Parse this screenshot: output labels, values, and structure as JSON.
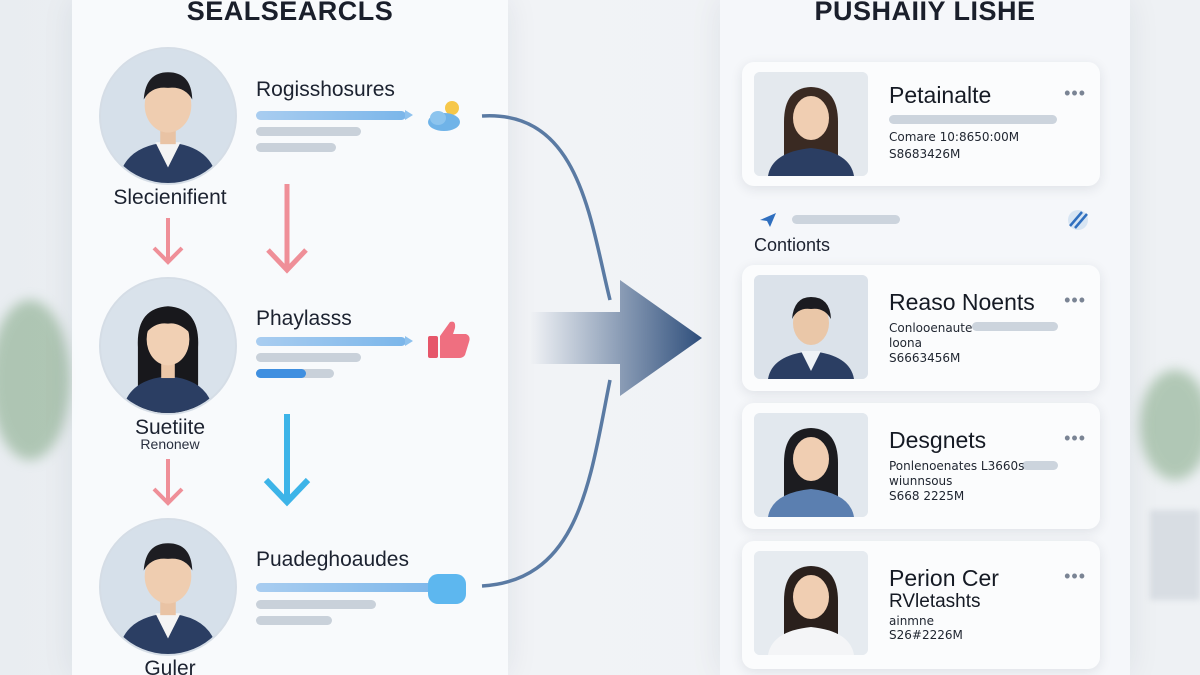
{
  "left_panel": {
    "title": "SEALSEARCLS",
    "profiles": [
      {
        "name": "Slecienifient",
        "sub": "",
        "step_label": "Rogisshosures",
        "step_icon": "cloud-sun-icon"
      },
      {
        "name": "Suetiite",
        "sub": "Renonew",
        "step_label": "Phaylasss",
        "step_icon": "thumbs-up-icon"
      },
      {
        "name": "Guler",
        "sub": "",
        "step_label": "Puadeghoaudes",
        "step_icon": "toggle-knob-icon"
      }
    ]
  },
  "right_panel": {
    "title": "PUSHAIIY LISHE",
    "cards": [
      {
        "title": "Petainalte",
        "lines": [
          "Comare 10:8650:00M",
          "S8683426M"
        ]
      },
      {
        "title": "Reaso Noents",
        "lines": [
          "Conlooenaute",
          "loona",
          "S6663456M"
        ]
      },
      {
        "title": "Desgnets",
        "lines": [
          "Ponlenoenates L3660s",
          "wiunnsous",
          "S668 2225M"
        ]
      },
      {
        "title": "Perion Cer",
        "subtitle": "RVletashts",
        "lines": [
          "ainmne",
          "S26#2226M"
        ]
      }
    ],
    "contents_label": "Contionts",
    "more_label": "•••"
  },
  "colors": {
    "accent_navy": "#2f4f7c",
    "accent_blue": "#3f8fe0",
    "arrow_pink": "#ef8f98",
    "arrow_cyan": "#3db4e8"
  }
}
